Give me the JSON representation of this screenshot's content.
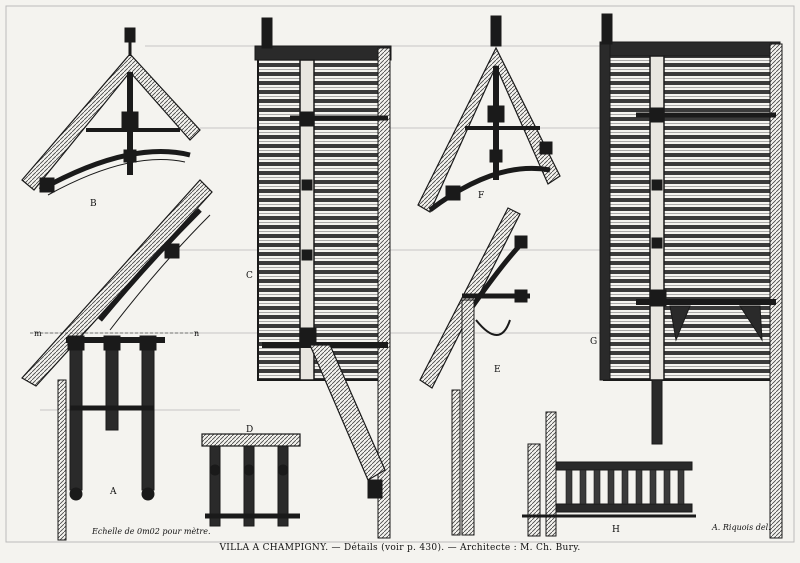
{
  "plate": {
    "caption": "VILLA A CHAMPIGNY. — Détails (voir p. 430). — Architecte : M. Ch. Bury.",
    "scale_note": "Echelle de 0m02 pour mètre.",
    "signature": "A. Riquois del."
  },
  "figures": {
    "A": "A",
    "B": "B",
    "C": "C",
    "D": "D",
    "E": "E",
    "F": "F",
    "G": "G",
    "H": "H"
  },
  "section_marks": {
    "left": "m",
    "right": "n"
  },
  "colors": {
    "ink": "#1a1a1a",
    "paper": "#f4f3ef",
    "hatch": "#555555"
  }
}
